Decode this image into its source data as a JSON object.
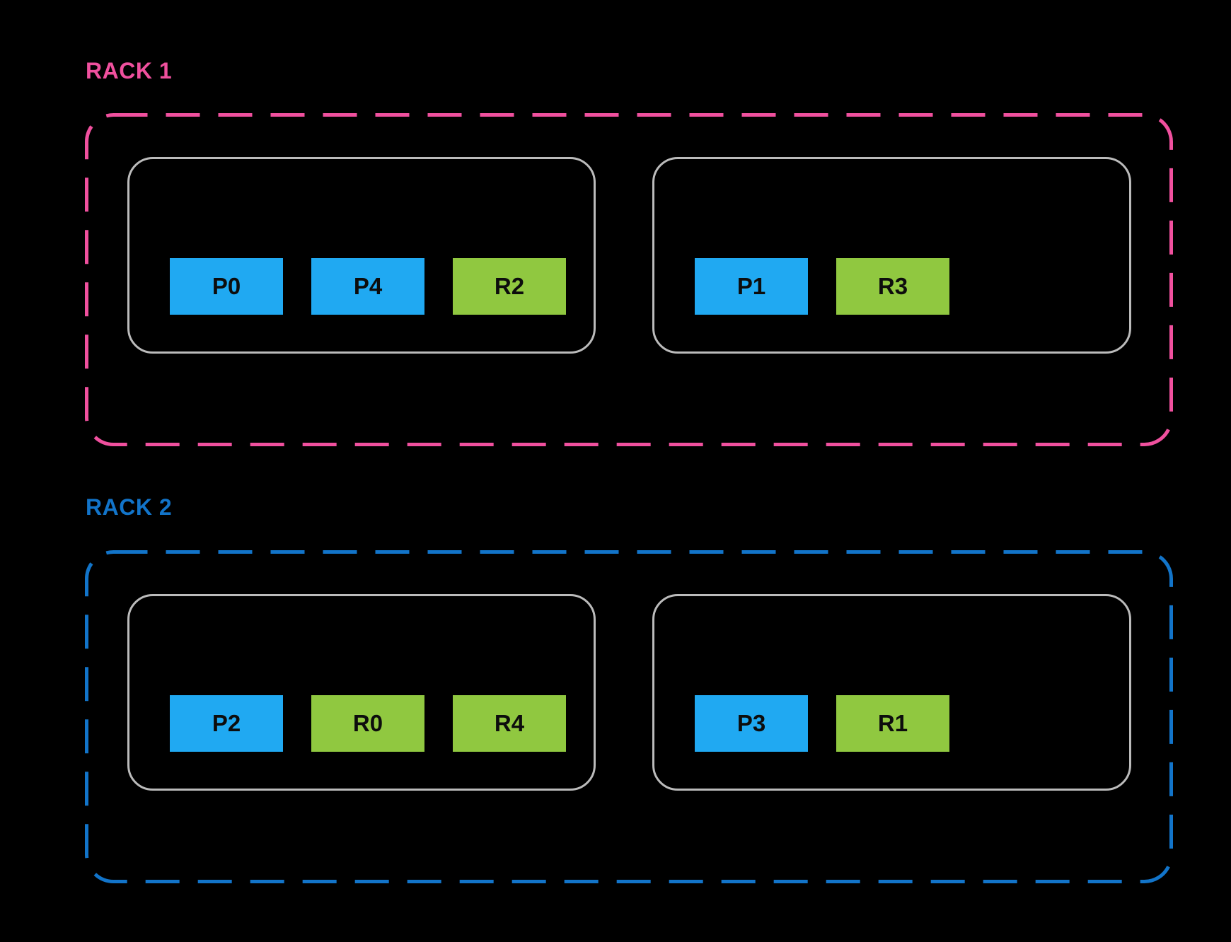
{
  "diagram_title": "",
  "colors": {
    "background": "#000000",
    "rack1": "#F0509E",
    "rack2": "#1274C9",
    "process": "#20A9F2",
    "replica": "#90C840",
    "node_border": "#BBBBBB",
    "box_text": "#0D0D0D"
  },
  "racks": [
    {
      "label": "RACK 1",
      "nodes": [
        {
          "boxes": [
            {
              "label": "P0",
              "type": "process"
            },
            {
              "label": "P4",
              "type": "process"
            },
            {
              "label": "R2",
              "type": "replica"
            }
          ]
        },
        {
          "boxes": [
            {
              "label": "P1",
              "type": "process"
            },
            {
              "label": "R3",
              "type": "replica"
            }
          ]
        }
      ]
    },
    {
      "label": "RACK 2",
      "nodes": [
        {
          "boxes": [
            {
              "label": "P2",
              "type": "process"
            },
            {
              "label": "R0",
              "type": "replica"
            },
            {
              "label": "R4",
              "type": "replica"
            }
          ]
        },
        {
          "boxes": [
            {
              "label": "P3",
              "type": "process"
            },
            {
              "label": "R1",
              "type": "replica"
            }
          ]
        }
      ]
    }
  ]
}
